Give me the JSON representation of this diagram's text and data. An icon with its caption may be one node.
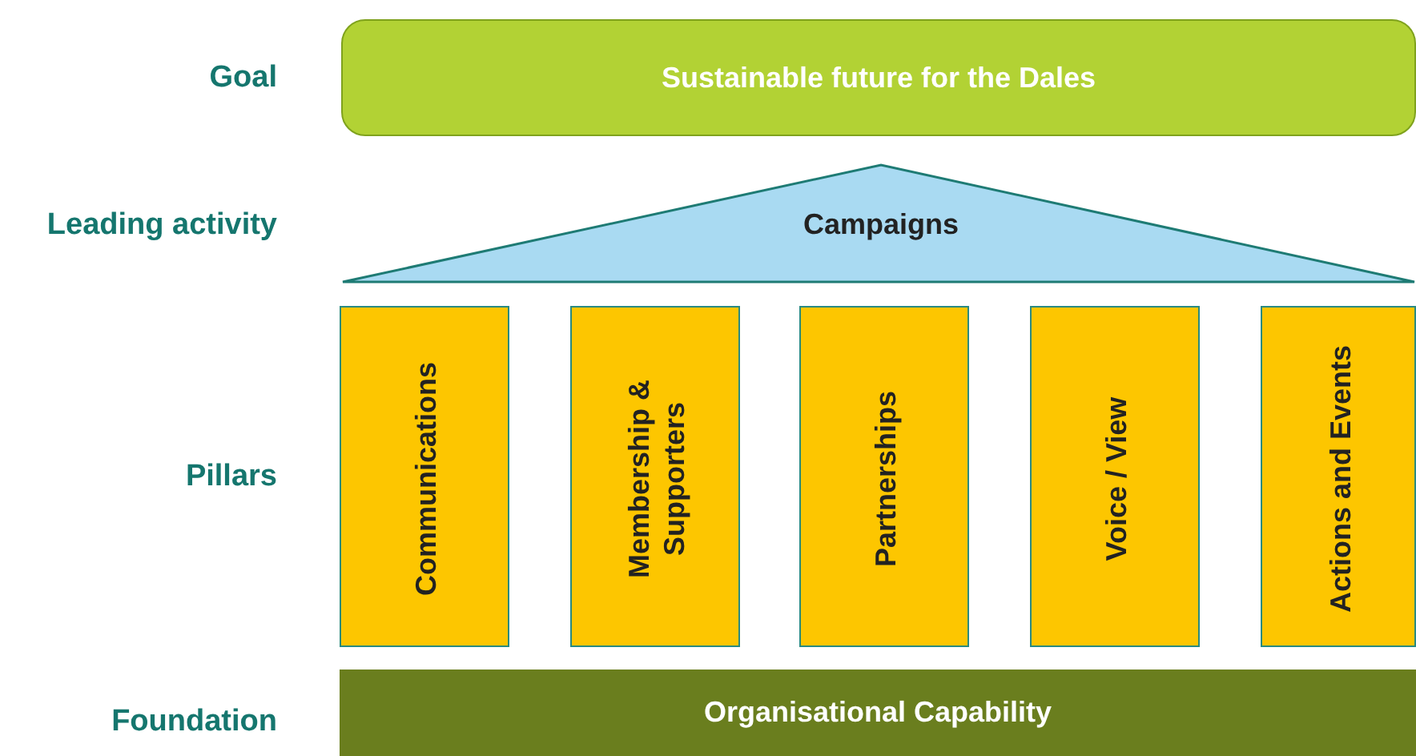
{
  "diagram": {
    "nodes": [
      {
        "text": [
          "Sustainable future for the Dales"
        ]
      },
      {
        "text": [
          "Campaigns"
        ]
      },
      {
        "text": [
          "Communications"
        ]
      },
      {
        "text": [
          "Membership & Supporters"
        ]
      },
      {
        "text": [
          "Partnerships"
        ]
      },
      {
        "text": [
          "Voice / View"
        ]
      },
      {
        "text": [
          "Actions and Events"
        ]
      },
      {
        "text": [
          "Organisational Capability"
        ]
      }
    ],
    "edges": [],
    "labels": [
      "Goal",
      "Leading activity",
      "Pillars",
      "Foundation"
    ]
  }
}
